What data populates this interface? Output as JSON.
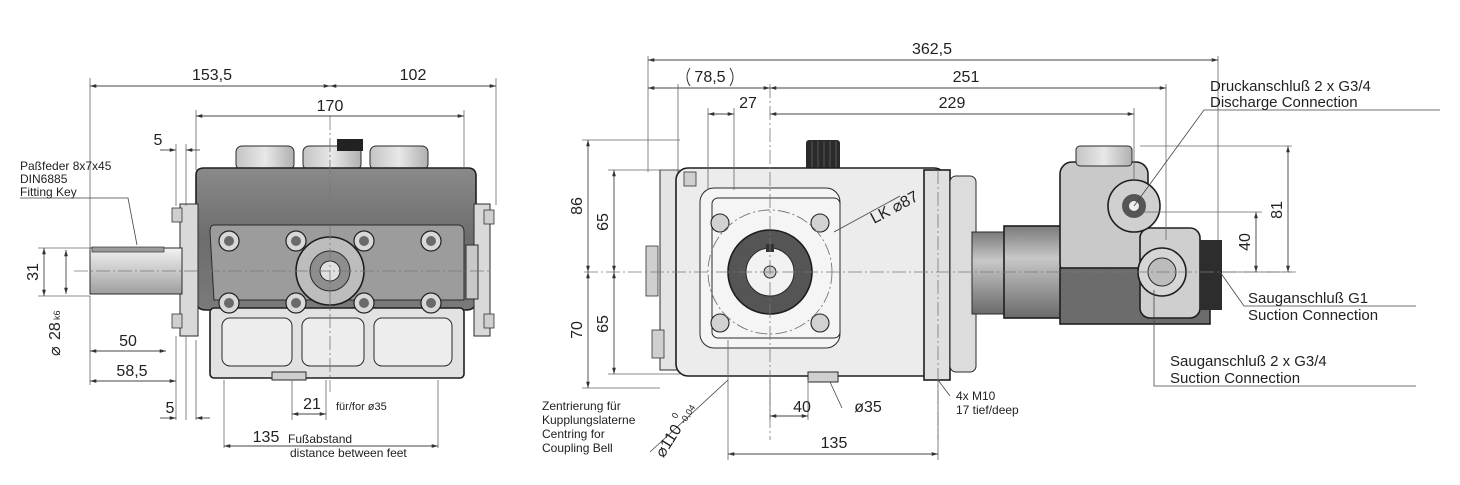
{
  "left_view": {
    "dim_153_5": "153,5",
    "dim_102": "102",
    "dim_170": "170",
    "dim_5_top": "5",
    "dim_31": "31",
    "dim_28": "28",
    "dim_28_tol": "k6",
    "dim_28_prefix": "⌀",
    "dim_50": "50",
    "dim_58_5": "58,5",
    "dim_5_bottom": "5",
    "dim_21": "21",
    "dim_21_note": "für/for ø35",
    "dim_135": "135",
    "feet_label_1": "Fußabstand",
    "feet_label_2": "distance between feet",
    "key_label_1": "Paßfeder 8x7x45",
    "key_label_2": "DIN6885",
    "key_label_3": "Fitting Key"
  },
  "right_view": {
    "dim_362_5": "362,5",
    "dim_78_5": "78,5",
    "dim_251": "251",
    "dim_27": "27",
    "dim_229": "229",
    "dim_86": "86",
    "dim_65_top": "65",
    "dim_70": "70",
    "dim_65_bottom": "65",
    "dim_81": "81",
    "dim_40_v": "40",
    "dim_40_h": "40",
    "dim_135": "135",
    "dim_35": "ø35",
    "lk_label": "LK ⌀87",
    "diam_110": "⌀110",
    "diam_110_tol_upper": "0",
    "diam_110_tol_lower": "-0,04",
    "bolt_1": "4x M10",
    "bolt_2": "17 tief/deep",
    "centring_1": "Zentrierung für",
    "centring_2": "Kupplungslaterne",
    "centring_3": "Centring for",
    "centring_4": "Coupling Bell",
    "discharge_1": "Druckanschluß 2 x G3/4",
    "discharge_2": "Discharge Connection",
    "suction_g1_1": "Sauganschluß G1",
    "suction_g1_2": "Suction Connection",
    "suction_2_1": "Sauganschluß 2 x G3/4",
    "suction_2_2": "Suction Connection"
  },
  "colors": {
    "body_dark": "#6f6f6f",
    "body_mid": "#9a9a9a",
    "body_light": "#d4d4d4",
    "housing": "#e6e6e6",
    "line": "#1e1e1e",
    "dimension": "#444444"
  }
}
